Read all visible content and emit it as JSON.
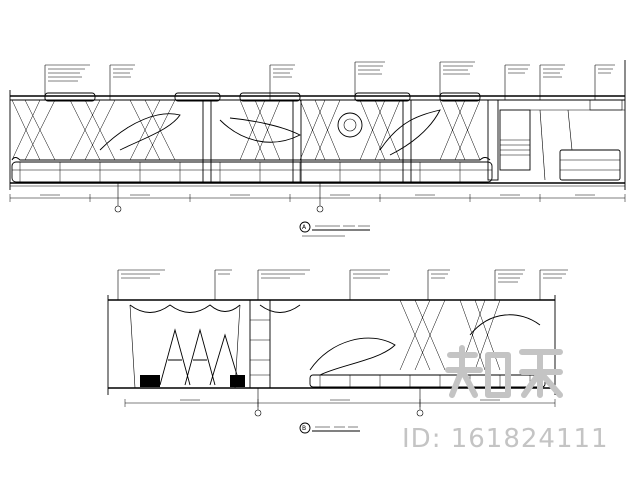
{
  "watermark": {
    "id_text": "ID: 161824111",
    "logo_name": "znzmo-logo",
    "color": "#c4c4c4"
  },
  "drawings": [
    {
      "title_mark": "A",
      "title_text": "",
      "callout_lines": [
        "",
        "",
        "",
        ""
      ]
    },
    {
      "title_mark": "B",
      "title_text": ""
    }
  ]
}
